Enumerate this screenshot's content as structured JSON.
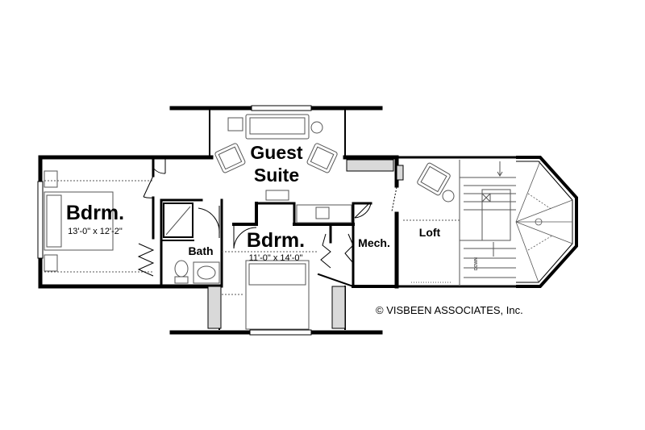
{
  "rooms": {
    "guest_suite_line1": "Guest",
    "guest_suite_line2": "Suite",
    "bdrm_left": {
      "name": "Bdrm.",
      "size": "13'-0\" x 12'-2\""
    },
    "bdrm_center": {
      "name": "Bdrm.",
      "size": "11'-0\" x 14'-0\""
    },
    "bath": "Bath",
    "mech": "Mech.",
    "loft": "Loft"
  },
  "stair_label": "DOWN",
  "credit": "© VISBEEN ASSOCIATES, Inc.",
  "colors": {
    "wall": "#000000",
    "fixture": "#555555",
    "fill_gray": "#d9d9d9",
    "background": "#ffffff"
  }
}
